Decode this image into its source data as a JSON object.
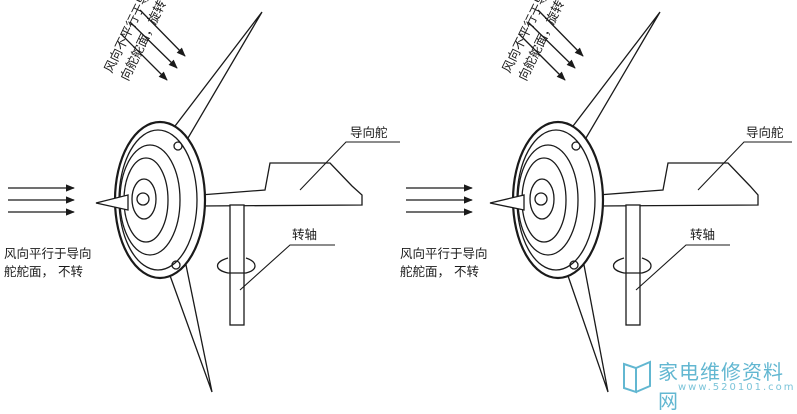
{
  "labels": {
    "left": {
      "wind_skew_1": "风向不平行于导",
      "wind_skew_2": "向舵舵面，旋转",
      "wind_par_1": "风向平行于导向",
      "wind_par_2": "舵舵面，  不转",
      "tail": "导向舵",
      "shaft": "转轴"
    },
    "right": {
      "wind_skew_1": "风向不平行于导",
      "wind_skew_2": "向舵舵面，旋转",
      "wind_par_1": "风向平行于导向",
      "wind_par_2": "舵舵面，  不转",
      "tail": "导向舵",
      "shaft": "转轴"
    }
  },
  "watermark": {
    "text": "家电维修资料网",
    "url": "www.520101.com"
  },
  "colors": {
    "line": "#1a1a1a",
    "watermark": "#62b7d1"
  }
}
